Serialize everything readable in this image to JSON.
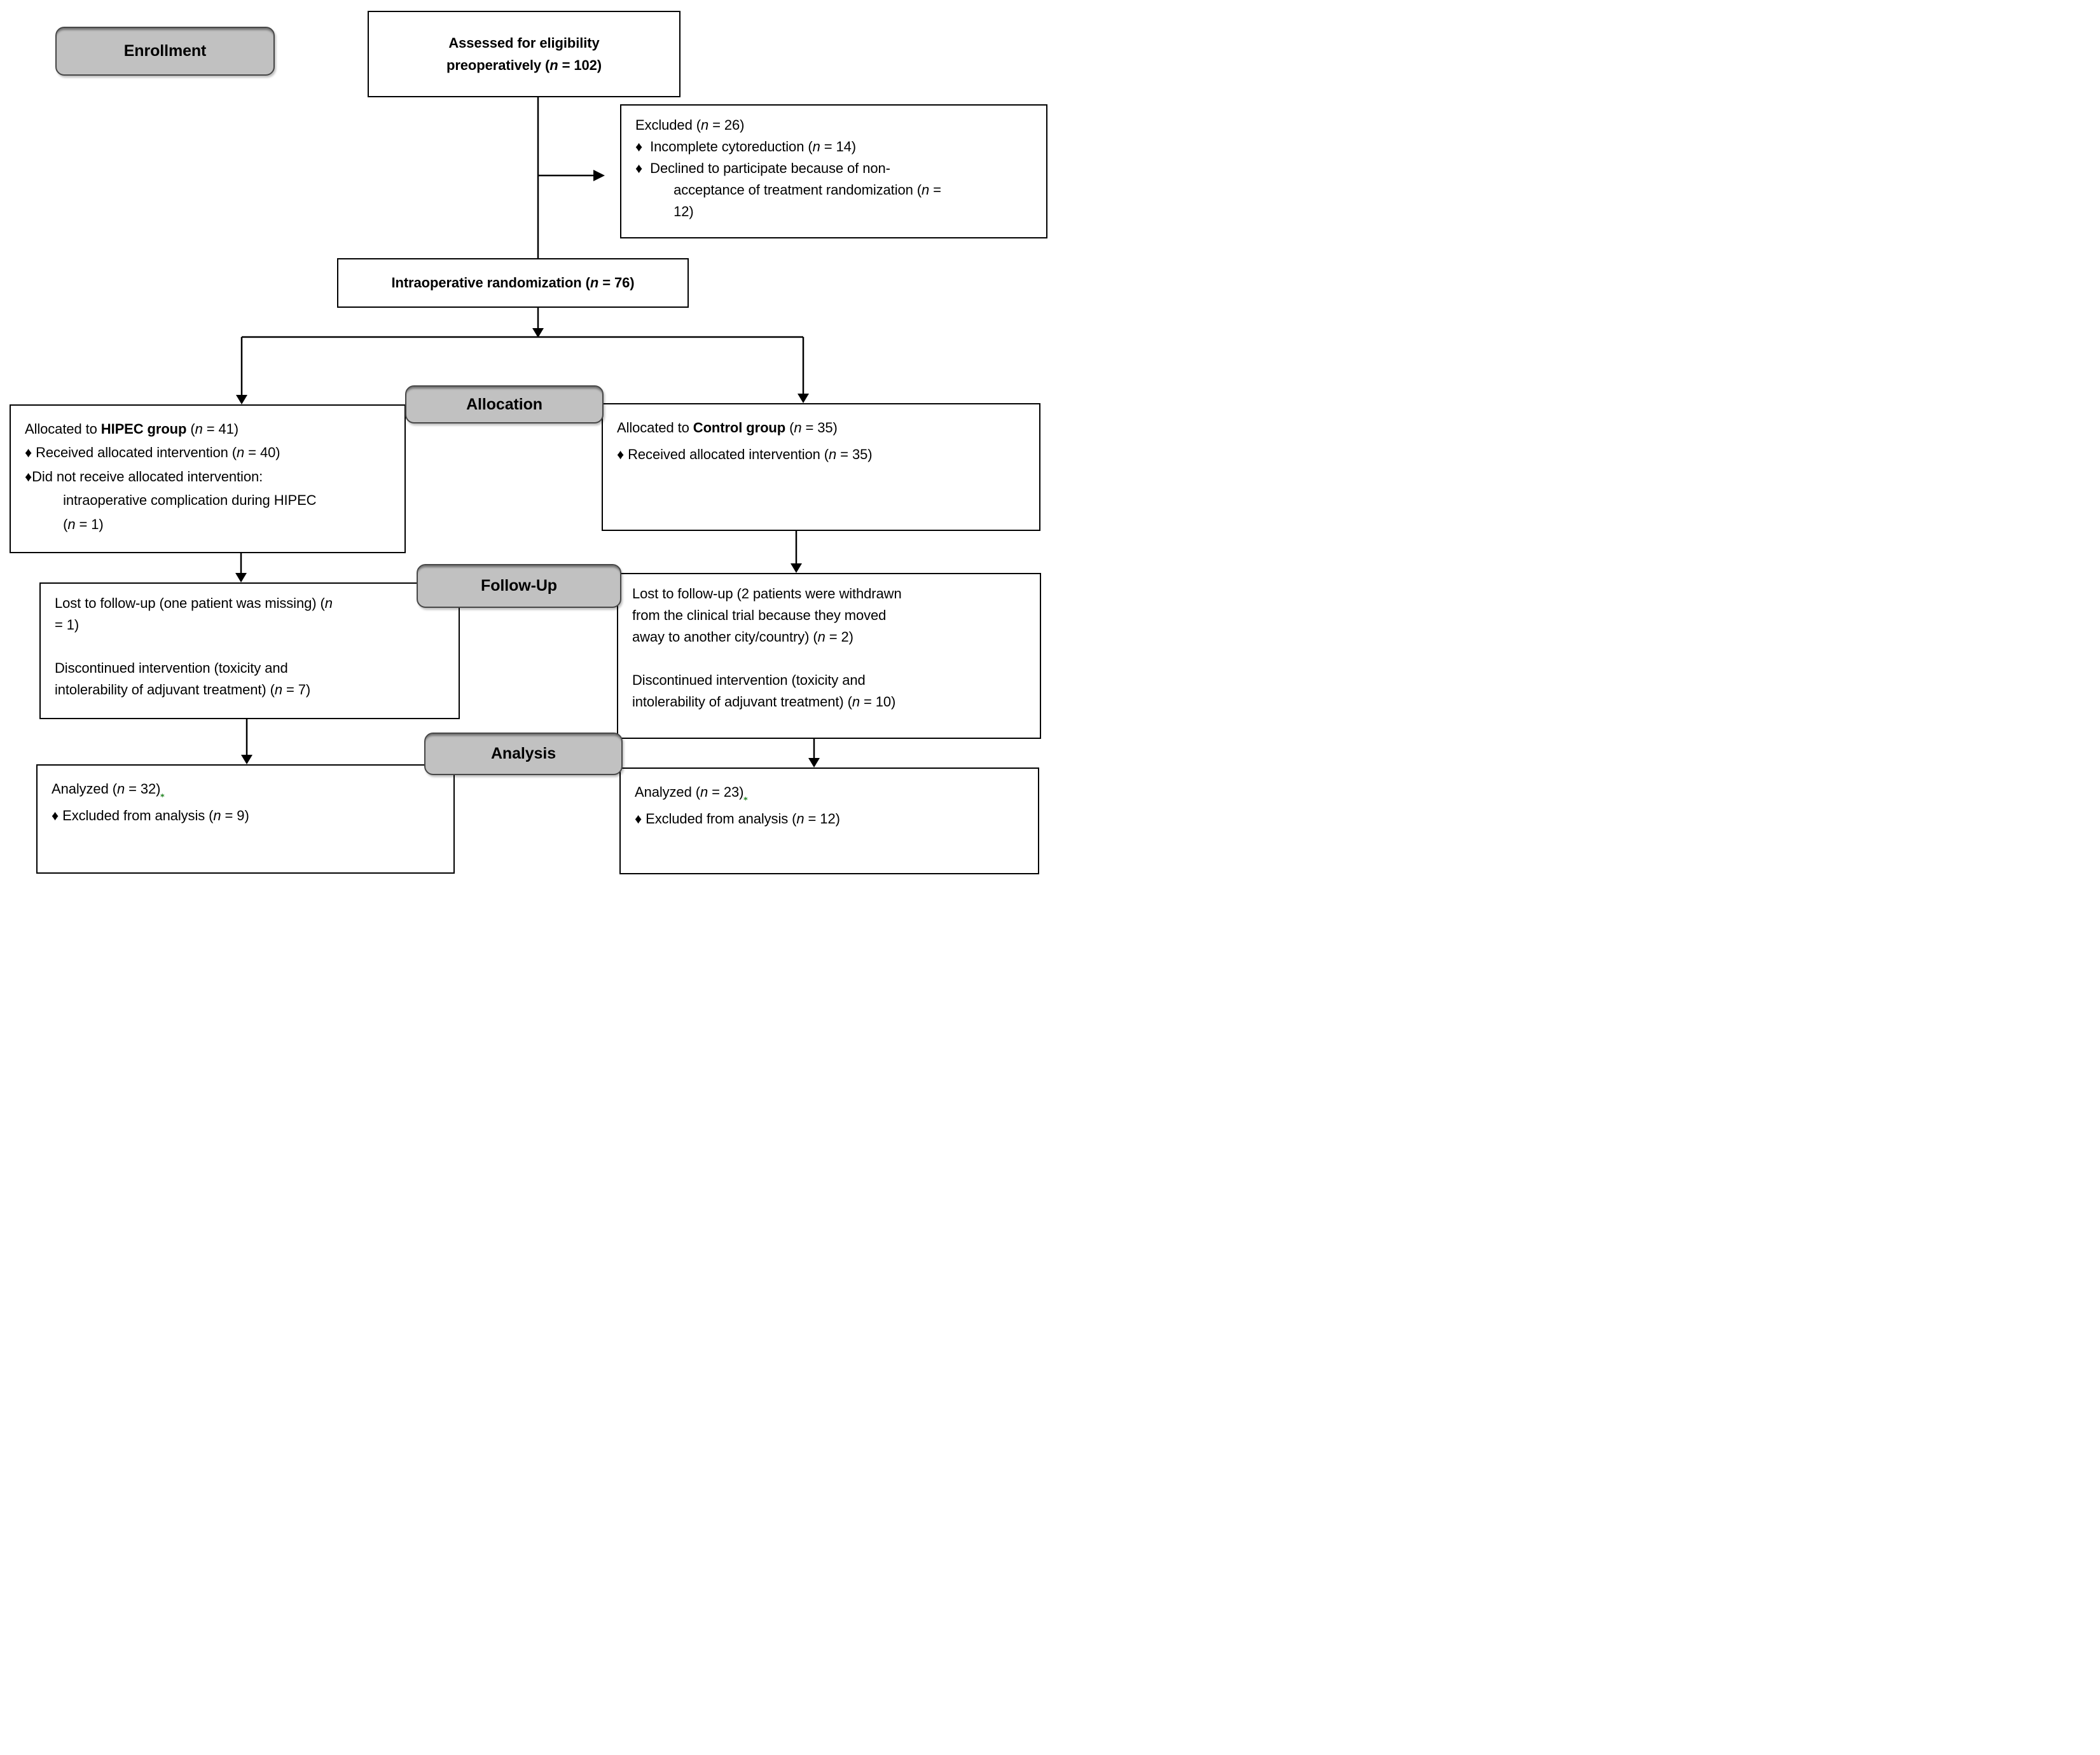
{
  "diagram": {
    "stage_labels": {
      "enrollment": "Enrollment",
      "allocation": "Allocation",
      "followup": "Follow-Up",
      "analysis": "Analysis"
    },
    "boxes": {
      "assessed": {
        "lines": [
          "**Assessed for eligibility**",
          "**preoperatively (*n* = 102)**"
        ]
      },
      "excluded": {
        "lines": [
          "Excluded (*n* = 26)",
          "♦  Incomplete cytoreduction (*n* = 14)",
          "♦  Declined to participate because of non-",
          "          acceptance of treatment randomization (*n* =",
          "          12)"
        ]
      },
      "randomization": {
        "lines": [
          "**Intraoperative randomization (*n* = 76)**"
        ]
      },
      "hipec": {
        "lines": [
          "Allocated to **HIPEC group** (*n* = 41)",
          "♦ Received allocated intervention (*n* = 40)",
          "♦Did not receive allocated intervention:",
          "          intraoperative complication during HIPEC",
          "          (*n* = 1)"
        ]
      },
      "control": {
        "lines": [
          "Allocated to **Control group** (*n* = 35)",
          "♦ Received allocated intervention (*n* = 35)"
        ]
      },
      "followup_left": {
        "lines": [
          "Lost to follow-up (one patient was missing) (*n*",
          "= 1)",
          "",
          "Discontinued intervention (toxicity and",
          "intolerability of adjuvant treatment) (*n* = 7)"
        ]
      },
      "followup_right": {
        "lines": [
          "Lost to follow-up (2 patients were withdrawn",
          "from the clinical trial because they moved",
          "away to another city/country) (*n* = 2)",
          "",
          "Discontinued intervention (toxicity and",
          "intolerability of adjuvant treatment) (*n* = 10)"
        ]
      },
      "analysis_left": {
        "lines": [
          "Analyzed (*n* = 32)[g]",
          "♦ Excluded from analysis (*n* = 9)"
        ]
      },
      "analysis_right": {
        "lines": [
          "Analyzed (*n* = 23)[g]",
          "♦ Excluded from analysis (*n* = 12)"
        ]
      }
    },
    "colors": {
      "label_bg": "#c1c1c1",
      "label_border": "#474747",
      "box_border": "#000000",
      "line_color": "#000000",
      "text_color": "#000000",
      "note_mark_color": "#2e8b2e"
    }
  }
}
